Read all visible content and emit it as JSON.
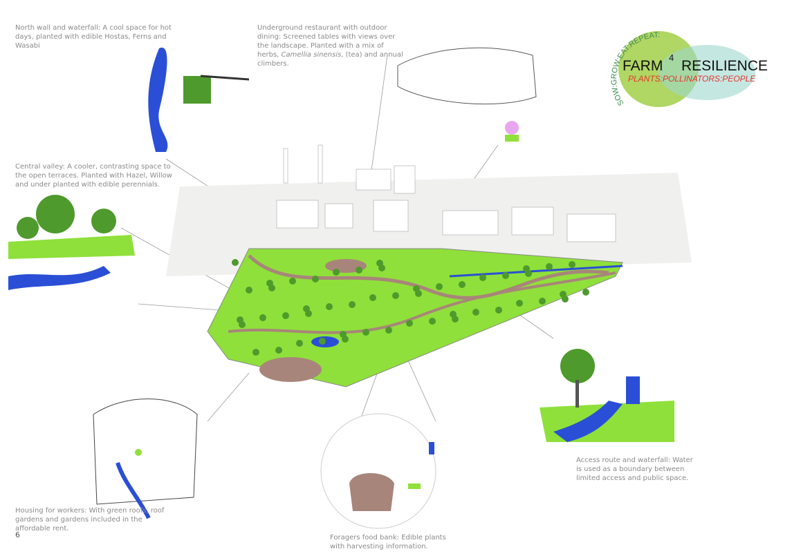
{
  "page_number": "6",
  "logo": {
    "title_left": "FARM",
    "superscript": "4",
    "title_right": "RESILIENCE",
    "tagline": "PLANTS:POLLINATORS:PEOPLE",
    "ring_text": "SOW:GROW:EAT:REPEAT:",
    "colors": {
      "title": "#111111",
      "tagline": "#e8322b",
      "ring": "#3c8a4a",
      "wash": "#9ccc3c"
    }
  },
  "captions": {
    "north_wall": "North wall and waterfall: A cool space for hot days, planted with edible Hostas, Ferns and Wasabi",
    "restaurant_1": "Underground restaurant with outdoor dining: Screened tables with views over the landscape. Planted with a mix of herbs, ",
    "restaurant_italic": "Camellia sinensis",
    "restaurant_2": ", (tea) and annual climbers.",
    "central_valley": "Central valley: A cooler, contrasting space to the open terraces. Planted with Hazel, Willow and under planted with edible perennials.",
    "housing": "Housing for workers: With green roofs, roof gardens and gardens included in the affordable rent.",
    "foragers": "Foragers food bank: Edible plants with harvesting information.",
    "access": "Access route and waterfall: Water is used as a boundary between limited access and public space."
  },
  "colors": {
    "grass": "#8fe03a",
    "water": "#2a4fd6",
    "path": "#a8857a",
    "tree": "#4e9a2c",
    "caption": "#8a8a8a"
  }
}
